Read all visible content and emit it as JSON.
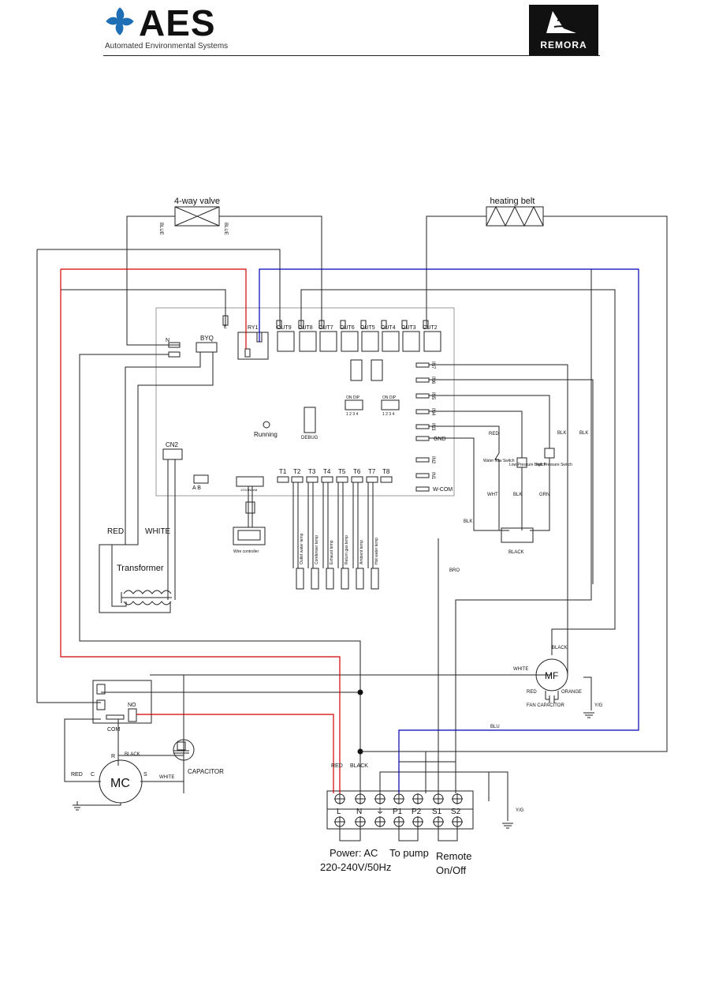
{
  "header": {
    "brand": "AES",
    "brand_sub": "Automated Environmental Systems",
    "partner": "REMORA"
  },
  "diagram": {
    "four_way_valve": "4-way valve",
    "heating_belt": "heating belt",
    "valve_wire_left": "BLUE",
    "valve_wire_right": "BLUE",
    "outputs": [
      "RY1",
      "OUT9",
      "OUT8",
      "OUT7",
      "OUT6",
      "OUT5",
      "OUT4",
      "OUT3",
      "OUT2"
    ],
    "l_label": "L",
    "n_label": "N",
    "byq": "BYQ",
    "cn2": "CN2",
    "running": "Running",
    "debug": "DEBUG",
    "dip": "ON DIP",
    "dip_nums": "1 2 3 4",
    "ab": "A  B",
    "wire_ctrl_conn": "12VGNDAB",
    "wire_controller": "Wire controller",
    "temp_ports": [
      "T1",
      "T2",
      "T3",
      "T4",
      "T5",
      "T6",
      "T7",
      "T8"
    ],
    "sensors": [
      "Outlet water temp",
      "Condenser temp",
      "Exhaust temp",
      "Return gas temp",
      "Ambient temp",
      "Hot water temp"
    ],
    "inputs": [
      "IN7",
      "IN6",
      "IN5",
      "IN4",
      "IN3",
      "GND",
      "IN2",
      "IN1",
      "W-COM"
    ],
    "water_flow": "Water flow Switch",
    "low_pressure": "Low Pressure Switch",
    "high_pressure": "High Pressure Switch",
    "wire_red": "RED",
    "wire_blk": "BLK",
    "wire_wht": "WHT",
    "wire_grn": "GRN",
    "wire_bro": "BRO",
    "wire_black": "BLACK",
    "wire_white": "WHITE",
    "wire_blu": "BLU",
    "wire_orange": "ORANGE",
    "transformer": "Transformer",
    "trans_red": "RED",
    "trans_white": "WHITE",
    "mf": "MF",
    "fan_capacitor": "FAN CAPACITOR",
    "yg": "Y/G",
    "mc": "MC",
    "mc_r": "R",
    "mc_c": "C",
    "mc_s": "S",
    "capacitor": "CAPACITOR",
    "contactor_no": "NO",
    "contactor_com": "COM",
    "terminals": [
      "L",
      "N",
      "⏚",
      "P1",
      "P2",
      "S1",
      "S2"
    ],
    "power_label": "Power: AC",
    "power_range": "220-240V/50Hz",
    "pump_label": "To pump",
    "remote_label": "Remote",
    "remote_label2": "On/Off"
  },
  "colors": {
    "red_wire": "#d40000",
    "blue_wire": "#0000b4",
    "line": "#222222"
  }
}
